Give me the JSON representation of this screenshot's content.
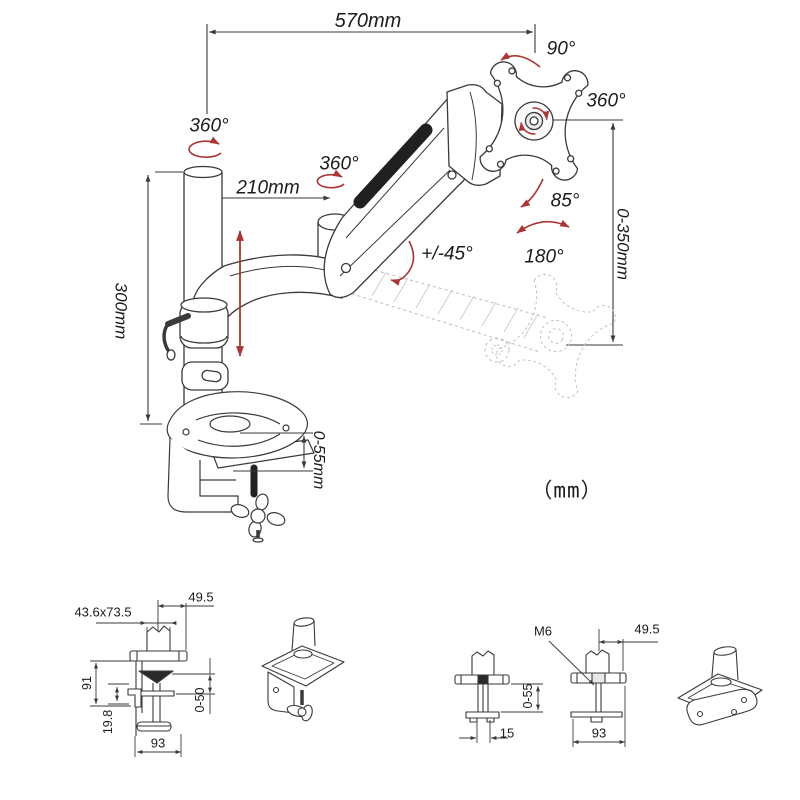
{
  "colors": {
    "line": "#3a3a3a",
    "annotation_red": "#a93535",
    "ink": "#1c1c1c"
  },
  "unit_note": "（mm）",
  "main_diagram": {
    "width_570": "570mm",
    "rotate_90": "90°",
    "rotate_360_vesa": "360°",
    "rotate_360_pole": "360°",
    "rotate_360_joint": "360°",
    "arm_length_210": "210mm",
    "pole_height_300": "300mm",
    "lift_range_0_350": "0-350mm",
    "tilt_85": "85°",
    "swivel_180": "180°",
    "tilt_range_45": "+/-45°",
    "clamp_range_0_55": "0-55mm"
  },
  "clamp_side_view": {
    "offset_49_5": "49.5",
    "pole_section_43_6x73_5": "43.6x73.5",
    "height_91": "91",
    "lip_19_8": "19.8",
    "opening_0_50": "0-50",
    "depth_93": "93"
  },
  "grommet_view": {
    "opening_0_55": "0-55",
    "hole_gap_15": "15",
    "bolt_m6": "M6",
    "offset_49_5": "49.5",
    "width_93": "93"
  }
}
